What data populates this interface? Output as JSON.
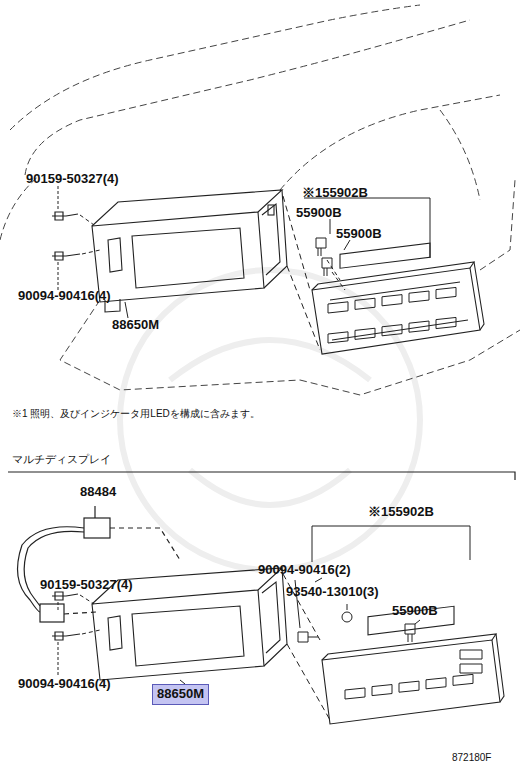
{
  "diagram": {
    "nodes": [
      {
        "text": [
          "88650M"
        ]
      }
    ],
    "labels": [
      "90159-50327(4)",
      "※155902B",
      "55900B",
      "55900B",
      "90094-90416(4)",
      "88650M",
      "※1 照明、及びインジケータ用LEDを構成に含みます。",
      "マルチディスプレイ",
      "88484",
      "※155902B",
      "90159-50327(4)",
      "90094-90416(2)",
      "93540-13010(3)",
      "55900B",
      "90094-90416(4)",
      "872180F"
    ]
  }
}
